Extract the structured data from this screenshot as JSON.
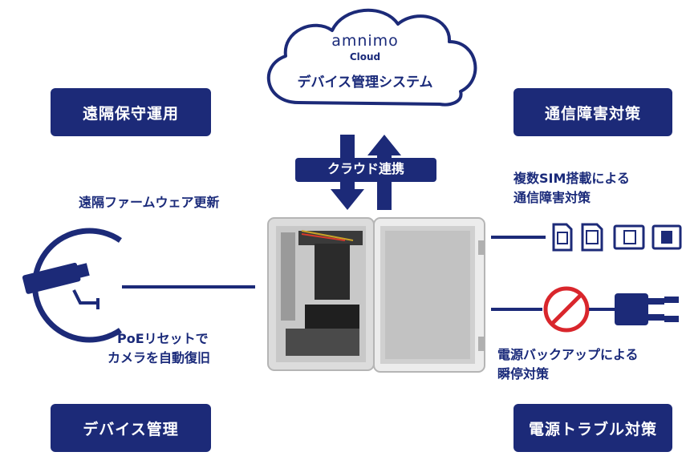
{
  "cloud": {
    "brand": "amnimo",
    "sub": "Cloud",
    "system": "デバイス管理システム"
  },
  "boxes": {
    "remote_ops": "遠隔保守運用",
    "comm_fault": "通信障害対策",
    "device_mgmt": "デバイス管理",
    "power_fault": "電源トラブル対策"
  },
  "labels": {
    "cloud_link": "クラウド連携",
    "firmware": "遠隔ファームウェア更新",
    "poe_line1": "PoEリセットで",
    "poe_line2": "カメラを自動復旧",
    "sim_line1": "複数SIM搭載による",
    "sim_line2": "通信障害対策",
    "power_line1": "電源バックアップによる",
    "power_line2": "瞬停対策"
  },
  "icons": [
    "cloud-icon",
    "camera-icon",
    "sim-card-icon",
    "no-entry-icon",
    "power-plug-icon",
    "enclosure-device-image"
  ],
  "colors": {
    "navy": "#1c2a78",
    "accent_red": "#d9262c",
    "white": "#ffffff"
  }
}
